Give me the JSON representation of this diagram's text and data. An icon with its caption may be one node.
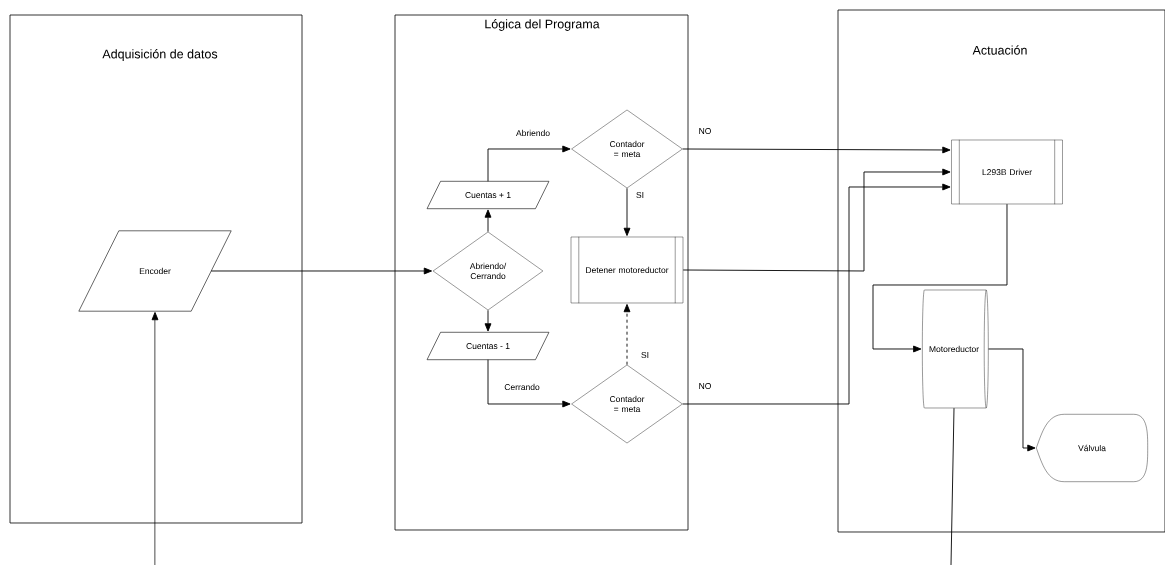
{
  "diagram": {
    "nodes": [
      {
        "text": [
          "Adquisición de datos"
        ]
      },
      {
        "text": [
          "Lógica del Programa"
        ]
      },
      {
        "text": [
          "Actuación"
        ]
      },
      {
        "text": [
          "Encoder"
        ],
        "in": 0
      },
      {
        "text": [
          "Cuentas + 1"
        ],
        "in": 1
      },
      {
        "text": [
          "Abriendo/ Cerrando"
        ],
        "in": 1
      },
      {
        "text": [
          "Contador = meta"
        ],
        "in": 1
      },
      {
        "text": [
          "Detener motoreductor"
        ],
        "in": 1
      },
      {
        "text": [
          "Cuentas - 1"
        ],
        "in": 1
      },
      {
        "text": [
          "Contador = meta"
        ],
        "in": 1
      },
      {
        "text": [
          "L293B Driver"
        ],
        "in": 2
      },
      {
        "text": [
          "Motoreductor"
        ],
        "in": 2
      },
      {
        "text": [
          "Válvula"
        ],
        "in": 2
      }
    ],
    "edges": [
      {
        "from": null,
        "to": 3,
        "arrow": "to"
      },
      {
        "from": 3,
        "to": 5,
        "arrow": "to"
      },
      {
        "from": 5,
        "to": 4,
        "arrow": "to"
      },
      {
        "from": 4,
        "to": 6,
        "arrow": "to",
        "label": "Abriendo"
      },
      {
        "from": 6,
        "to": 7,
        "arrow": "to",
        "label": "SI"
      },
      {
        "from": 6,
        "to": 10,
        "arrow": "to",
        "label": "NO"
      },
      {
        "from": 5,
        "to": 8,
        "arrow": "to"
      },
      {
        "from": 8,
        "to": 9,
        "arrow": "to",
        "label": "Cerrando"
      },
      {
        "from": 9,
        "to": 7,
        "arrow": "to",
        "label": "SI",
        "style": "dashed"
      },
      {
        "from": 9,
        "to": 10,
        "arrow": "to",
        "label": "NO"
      },
      {
        "from": 7,
        "to": 10,
        "arrow": "to"
      },
      {
        "from": 10,
        "to": 11,
        "arrow": "to"
      },
      {
        "from": 11,
        "to": 12,
        "arrow": "to"
      },
      {
        "from": 11,
        "to": null,
        "arrow": "none"
      }
    ]
  }
}
